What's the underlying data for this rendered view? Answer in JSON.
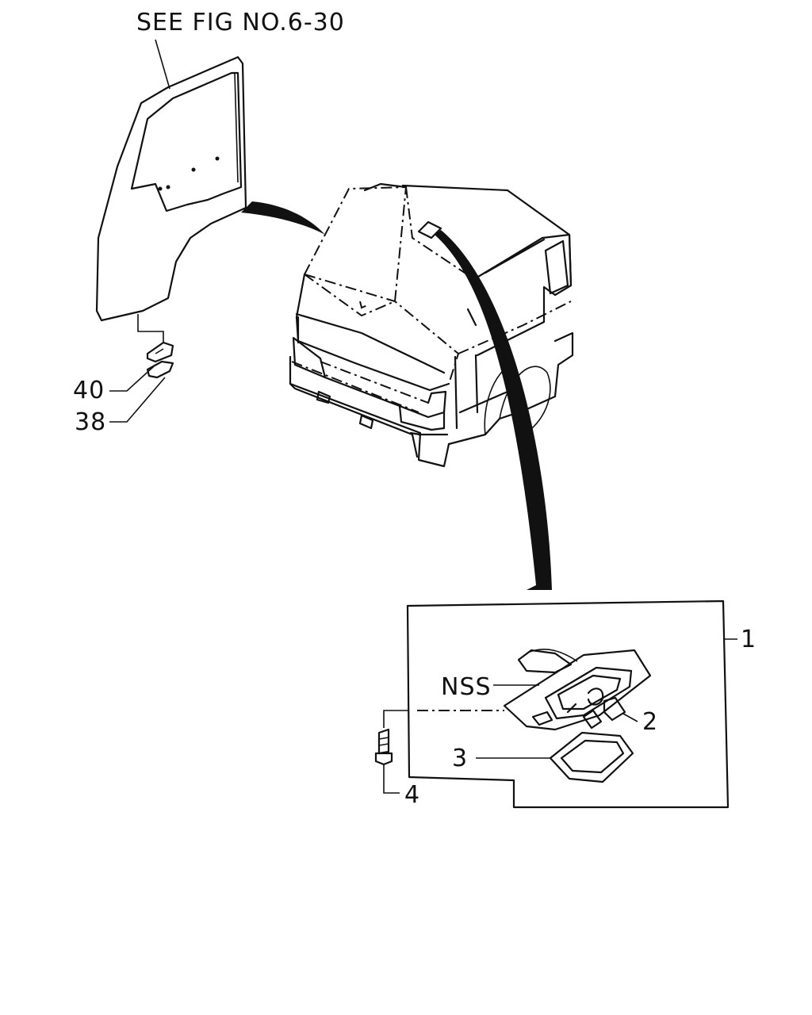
{
  "diagram": {
    "reference_note": "SEE FIG NO.6-30",
    "callouts": {
      "part_40": "40",
      "part_38": "38",
      "part_1": "1",
      "part_nss": "NSS",
      "part_2": "2",
      "part_3": "3",
      "part_4": "4"
    }
  }
}
